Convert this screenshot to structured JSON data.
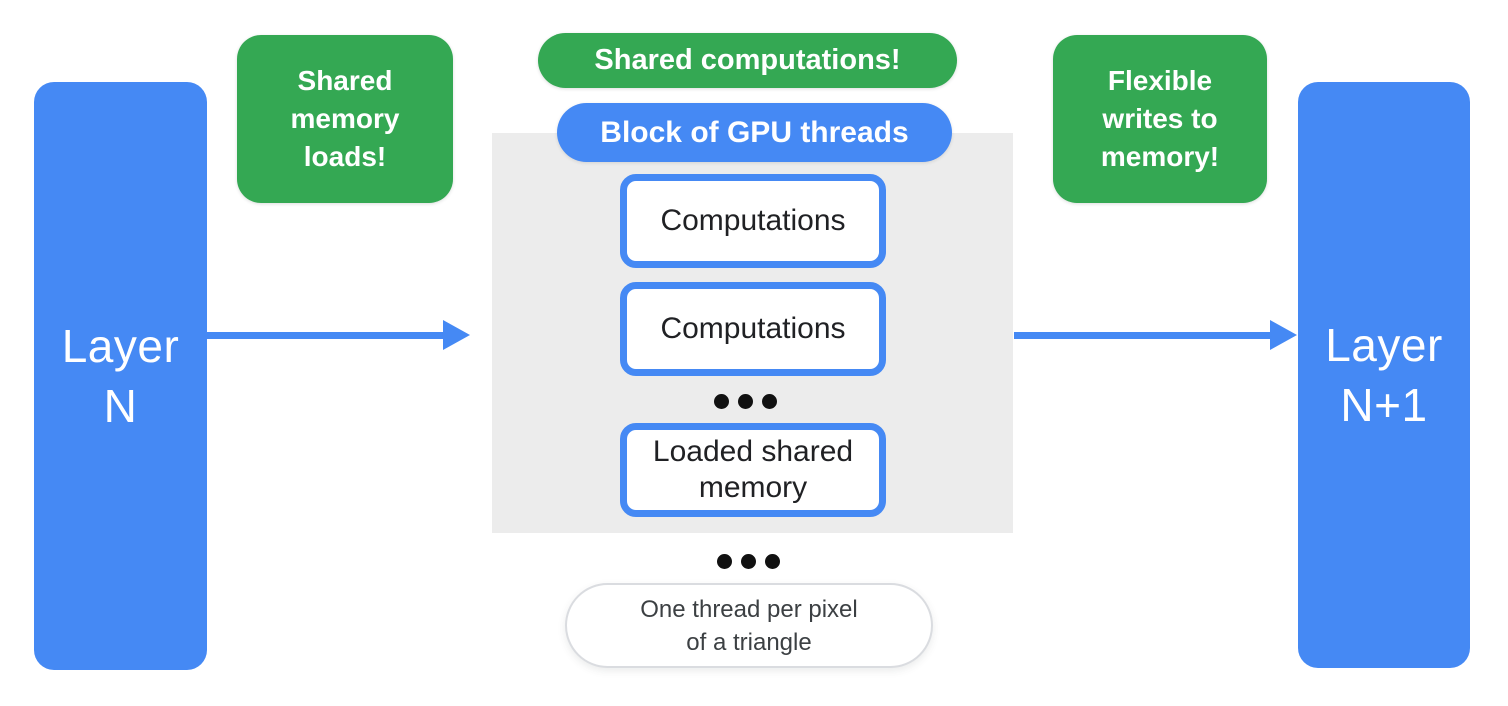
{
  "colors": {
    "blue": "#4589F4",
    "green": "#34A853",
    "gray": "#ECECEC",
    "ink": "#202124",
    "caption_text": "#3C4043",
    "caption_border": "#DADCE0",
    "white": "#FFFFFF"
  },
  "layer_left": {
    "text": "Layer N",
    "lines": [
      "Layer",
      "N"
    ]
  },
  "layer_right": {
    "text": "Layer N+1",
    "lines": [
      "Layer",
      "N+1"
    ]
  },
  "notes": {
    "left": {
      "text": "Shared memory loads!",
      "lines": [
        "Shared",
        "memory",
        "loads!"
      ]
    },
    "center": {
      "text": "Shared computations!"
    },
    "right": {
      "text": "Flexible writes to memory!",
      "lines": [
        "Flexible",
        "writes to",
        "memory!"
      ]
    }
  },
  "gpu_block": {
    "title": "Block of GPU threads",
    "items": [
      {
        "label": "Computations"
      },
      {
        "label": "Computations"
      },
      {
        "label": "Loaded shared memory",
        "lines": [
          "Loaded shared",
          "memory"
        ]
      }
    ]
  },
  "caption": {
    "text": "One thread per pixel of a triangle",
    "lines": [
      "One thread per pixel",
      "of a triangle"
    ]
  }
}
